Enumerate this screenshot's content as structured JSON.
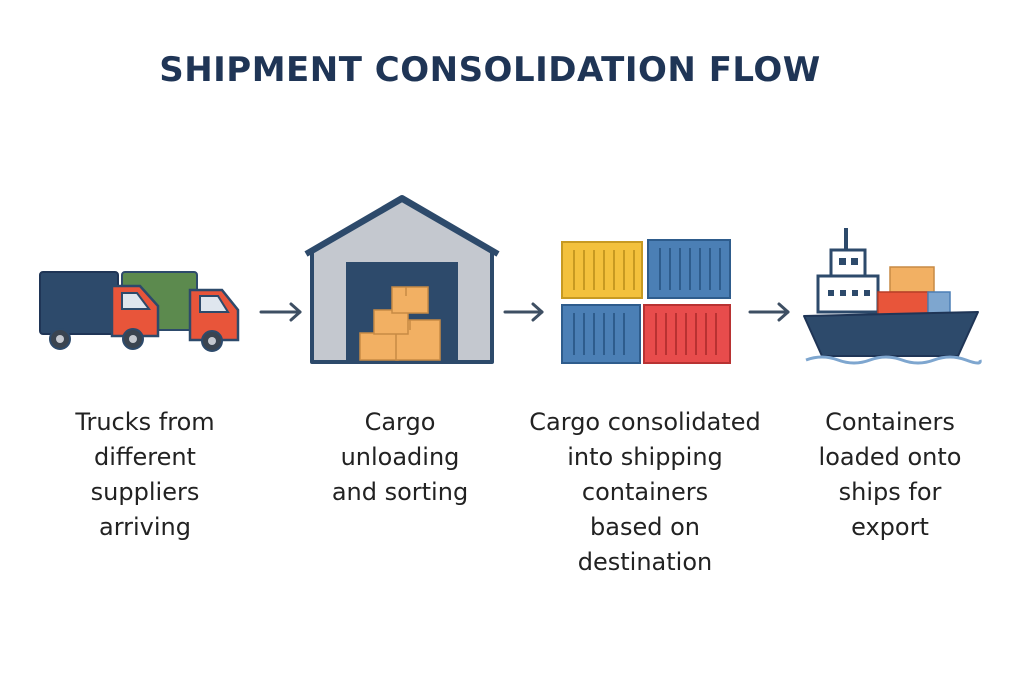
{
  "title": "SHIPMENT CONSOLIDATION FLOW",
  "colors": {
    "title": "#1f3556",
    "navy": "#2d4a6b",
    "truck_red": "#e8553a",
    "truck_green": "#5c8a4e",
    "warehouse_gray": "#c4c8cf",
    "box_orange": "#f2b063",
    "container_yellow": "#f3c13c",
    "container_blue": "#4b7fb5",
    "container_red": "#e84c4c",
    "arrow": "#3e4f63"
  },
  "steps": [
    {
      "id": "trucks",
      "icon": "trucks-icon",
      "caption": "Trucks from\ndifferent\nsuppliers\narriving"
    },
    {
      "id": "warehouse",
      "icon": "warehouse-icon",
      "caption": "Cargo\nunloading\nand sorting"
    },
    {
      "id": "containers",
      "icon": "containers-icon",
      "caption": "Cargo consolidated\ninto shipping\ncontainers\nbased on\ndestination"
    },
    {
      "id": "ship",
      "icon": "cargo-ship-icon",
      "caption": "Containers\nloaded onto\nships for\nexport"
    }
  ],
  "connectors": [
    "arrow-1",
    "arrow-2",
    "arrow-3"
  ]
}
